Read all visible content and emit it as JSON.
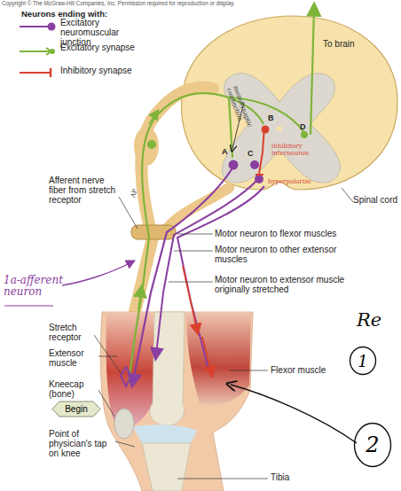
{
  "diagram": {
    "nodes": [
      {
        "text": [
          "Begin"
        ]
      },
      {
        "text": [
          "1"
        ]
      },
      {
        "text": [
          "2"
        ]
      }
    ],
    "labels": [
      "Copyright © The McGraw-Hill Companies, Inc. Permission required for reproduction or display.",
      "Neurons ending with:",
      "To brain",
      "A",
      "B",
      "C",
      "D",
      "monosynaptic connection",
      "AP",
      "inhibitory interneuron",
      "hyperpolarize",
      "Afferent nerve fiber from stretch receptor",
      "Spinal cord",
      "Motor neuron to flexor muscles",
      "Motor neuron to other extensor muscles",
      "Motor neuron to extensor muscle originally stretched",
      "1a-afferent neuron",
      "Stretch receptor",
      "Extensor muscle",
      "Kneecap (bone)",
      "Point of physician's tap on knee",
      "Flexor muscle",
      "Tibia",
      "Re"
    ],
    "legend": [
      {
        "text": "Excitatory neuromuscular junction"
      },
      {
        "text": "Excitatory synapse"
      },
      {
        "text": "Inhibitory synapse"
      }
    ]
  }
}
